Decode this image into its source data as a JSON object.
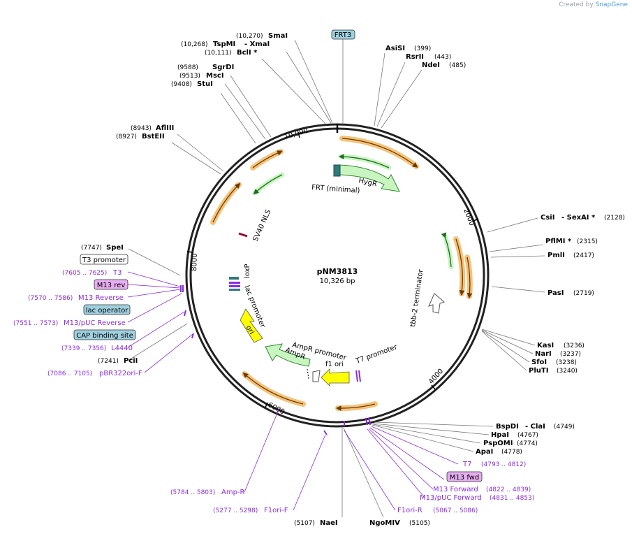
{
  "credit": {
    "prefix": "Created by",
    "brand": "SnapGene"
  },
  "plasmid": {
    "name": "pNM3813",
    "length_label": "10,326 bp",
    "length": 10326
  },
  "colors": {
    "backbone": "#222222",
    "orange_feature": "#e9a13b",
    "green_feature": "#c8f5c0",
    "green_dark": "#2e8b2e",
    "yellow_feature": "#ffff00",
    "primer": "#8a2be2",
    "label_box": "#9fd0e0",
    "label_box_primer": "#e6aef0"
  },
  "ticks": [
    {
      "label": "10,000",
      "bp": 10000
    },
    {
      "label": "2000",
      "bp": 2000
    },
    {
      "label": "4000",
      "bp": 4000
    },
    {
      "label": "6000",
      "bp": 6000
    },
    {
      "label": "8000",
      "bp": 8000
    }
  ],
  "sites_left_top": [
    {
      "pos": "(10,270)",
      "name": "SmaI"
    },
    {
      "pos": "(10,268)",
      "name": "TspMI",
      "extra": "- XmaI"
    },
    {
      "pos": "(10,111)",
      "name": "BclI *"
    },
    {
      "pos": "(9588)",
      "name": "SgrDI"
    },
    {
      "pos": "(9513)",
      "name": "MscI"
    },
    {
      "pos": "(9408)",
      "name": "StuI"
    },
    {
      "pos": "(8943)",
      "name": "AflIII"
    },
    {
      "pos": "(8927)",
      "name": "BstEII"
    }
  ],
  "sites_right_top": [
    {
      "name": "AsiSI",
      "pos": "(399)"
    },
    {
      "name": "RsrII",
      "pos": "(443)"
    },
    {
      "name": "NdeI",
      "pos": "(485)"
    }
  ],
  "sites_right": [
    {
      "name": "CsiI",
      "extra": "- SexAI *",
      "pos": "(2128)"
    },
    {
      "name": "PflMI *",
      "pos": "(2315)"
    },
    {
      "name": "PmlI",
      "pos": "(2417)"
    },
    {
      "name": "PasI",
      "pos": "(2719)"
    },
    {
      "name": "KasI",
      "pos": "(3236)"
    },
    {
      "name": "NarI",
      "pos": "(3237)"
    },
    {
      "name": "SfoI",
      "pos": "(3238)"
    },
    {
      "name": "PluTI",
      "pos": "(3240)"
    }
  ],
  "sites_right_bottom": [
    {
      "name": "BspDI",
      "extra": "- ClaI",
      "pos": "(4749)"
    },
    {
      "name": "HpaI",
      "pos": "(4767)"
    },
    {
      "name": "PspOMI",
      "pos": "(4774)"
    },
    {
      "name": "ApaI",
      "pos": "(4778)"
    }
  ],
  "primers_right": [
    {
      "name": "T7",
      "pos": "(4793 .. 4812)"
    },
    {
      "name": "M13 fwd"
    },
    {
      "name": "M13 Forward",
      "pos": "(4822 .. 4839)"
    },
    {
      "name": "M13/pUC Forward",
      "pos": "(4831 .. 4853)"
    },
    {
      "name": "F1ori-R",
      "pos": "(5067 .. 5086)"
    }
  ],
  "sites_bottom": [
    {
      "pos": "(5107)",
      "name": "NaeI"
    },
    {
      "name": "NgoMIV",
      "pos": "(5105)"
    }
  ],
  "primers_bottom": [
    {
      "pos": "(5784 .. 5803)",
      "name": "Amp-R"
    },
    {
      "pos": "(5277 .. 5298)",
      "name": "F1ori-F"
    }
  ],
  "left_labels": [
    {
      "pos": "(7747)",
      "name": "SpeI",
      "kind": "site"
    },
    {
      "name": "T3 promoter",
      "kind": "box_white"
    },
    {
      "pos": "(7605 .. 7625)",
      "name": "T3",
      "kind": "primer"
    },
    {
      "name": "M13 rev",
      "kind": "box_primer"
    },
    {
      "pos": "(7570 .. 7586)",
      "name": "M13 Reverse",
      "kind": "primer"
    },
    {
      "name": "lac operator",
      "kind": "box_feature"
    },
    {
      "pos": "(7551 .. 7573)",
      "name": "M13/pUC Reverse",
      "kind": "primer"
    },
    {
      "name": "CAP binding site",
      "kind": "box_feature"
    },
    {
      "pos": "(7339 .. 7356)",
      "name": "L4440",
      "kind": "primer"
    },
    {
      "pos": "(7241)",
      "name": "PciI",
      "kind": "site"
    },
    {
      "pos": "(7086 .. 7105)",
      "name": "pBR322ori-F",
      "kind": "primer"
    }
  ],
  "top_box": {
    "name": "FRT3"
  },
  "features_inner": [
    {
      "name": "FRT (minimal)"
    },
    {
      "name": "HygR"
    },
    {
      "name": "SV40 NLS"
    },
    {
      "name": "loxP"
    },
    {
      "name": "lac promoter"
    },
    {
      "name": "ori"
    },
    {
      "name": "tbb-2 terminator"
    },
    {
      "name": "AmpR promoter"
    },
    {
      "name": "AmpR"
    },
    {
      "name": "f1 ori"
    },
    {
      "name": "T7 promoter"
    }
  ]
}
